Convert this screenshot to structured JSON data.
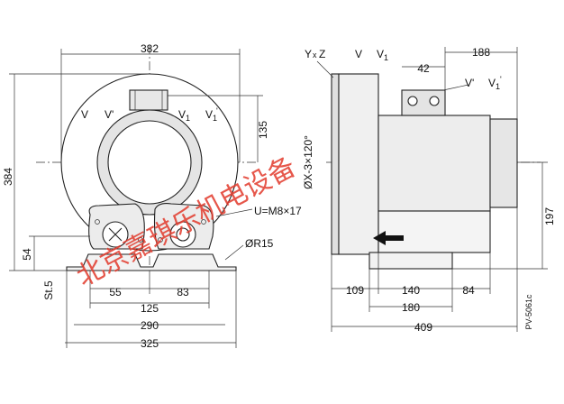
{
  "front_view": {
    "width_top": "382",
    "height_total": "384",
    "height_inlet": "135",
    "port_labels": [
      "V",
      "V'",
      "V",
      "1",
      "V",
      "1",
      "'"
    ],
    "thread_label": "U=M8×17",
    "radius_label": "ØR15",
    "foot_height": "54",
    "foot_thickness": "St.5",
    "dim_55": "55",
    "dim_83": "83",
    "dim_125": "125",
    "dim_290": "290",
    "dim_325": "325"
  },
  "side_view": {
    "yz_label": "Y",
    "yz_x": "x",
    "yz_z": "Z",
    "v_label": "V",
    "v1_label": "V",
    "v1_sub": "1",
    "dim_42": "42",
    "dim_188": "188",
    "vprime_label": "V'",
    "v1prime_label": "V",
    "v1prime_sub": "1",
    "v1prime_mark": "'",
    "hole_label": "ØX-3×120°",
    "dim_197": "197",
    "dim_109": "109",
    "dim_140": "140",
    "dim_84": "84",
    "dim_180": "180",
    "dim_409": "409",
    "model_code": "PV-5061c"
  },
  "watermark": "北京嘉琪乐机电设备"
}
